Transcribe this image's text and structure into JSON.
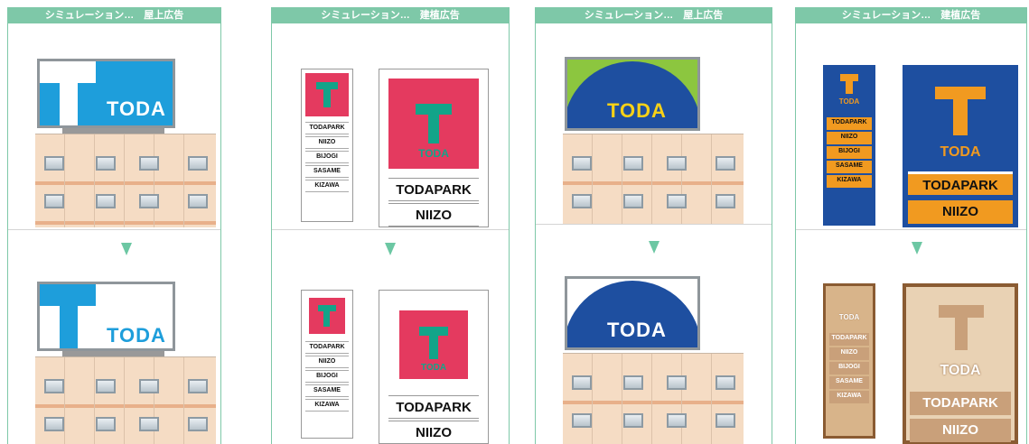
{
  "panels": [
    {
      "header": "シミュレーション…　屋上広告"
    },
    {
      "header": "シミュレーション…　建植広告"
    },
    {
      "header": "シミュレーション…　屋上広告"
    },
    {
      "header": "シミュレーション…　建植広告"
    }
  ],
  "brand": "TODA",
  "small_tower_labels": [
    "TODAPARK",
    "NIIZO",
    "BIJOGI",
    "SASAME",
    "KIZAWA"
  ],
  "big_tower_labels": [
    "TODAPARK",
    "NIIZO"
  ],
  "colors": {
    "panel_accent": "#7ec8a8",
    "sky_blue": "#1e9edb",
    "navy": "#1e4fa0",
    "pink": "#e43a5f",
    "orange": "#f19a20",
    "green": "#8cc63f",
    "wood": "#d8b48a"
  }
}
